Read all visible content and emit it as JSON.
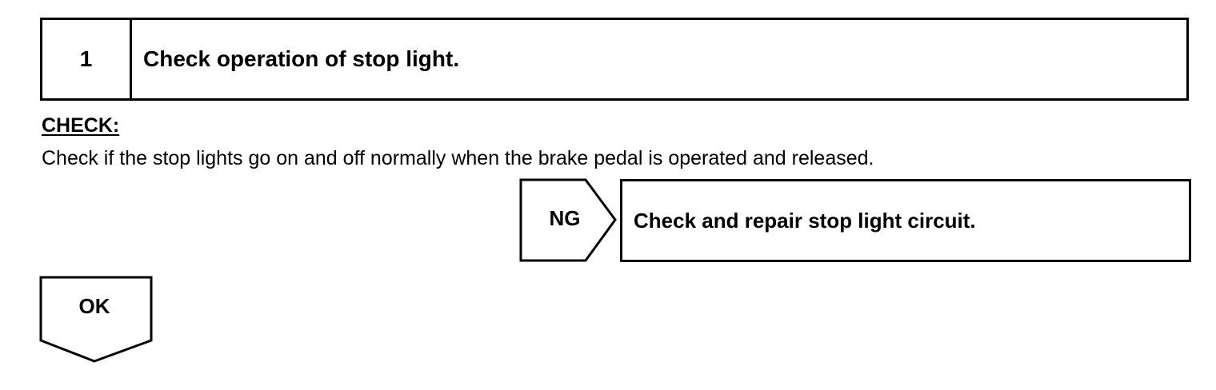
{
  "step": {
    "number": "1",
    "title": "Check operation of stop light."
  },
  "check": {
    "label": "CHECK:",
    "text": "Check if the stop lights go on and off normally when the brake pedal is operated and released."
  },
  "ng": {
    "label": "NG",
    "action": "Check and repair stop light circuit."
  },
  "ok": {
    "label": "OK"
  }
}
